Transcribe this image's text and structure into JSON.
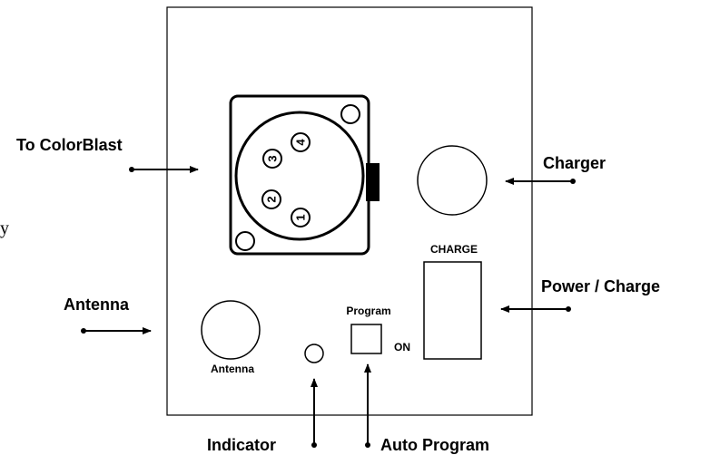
{
  "callouts": {
    "to_colorblast": "To ColorBlast",
    "charger": "Charger",
    "antenna": "Antenna",
    "power_charge": "Power / Charge",
    "indicator": "Indicator",
    "auto_program": "Auto Program"
  },
  "panel_labels": {
    "antenna": "Antenna",
    "program": "Program",
    "charge": "CHARGE",
    "on": "ON"
  },
  "connector_pins": [
    "1",
    "2",
    "3",
    "4"
  ],
  "stray_text": "y"
}
